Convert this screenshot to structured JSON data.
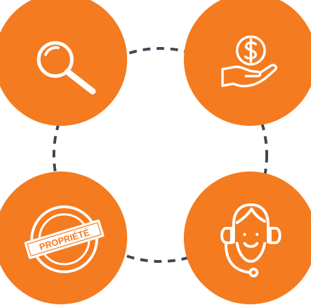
{
  "colors": {
    "accent": "#F47B20",
    "dashes": "#3F4652",
    "icon": "#ffffff"
  },
  "nodes": [
    {
      "id": "search",
      "icon": "magnifier-icon"
    },
    {
      "id": "funding",
      "icon": "hand-dollar-coin-icon"
    },
    {
      "id": "property",
      "icon": "property-stamp-icon",
      "stamp_text": "PROPRIÉTÉ"
    },
    {
      "id": "support",
      "icon": "support-headset-icon"
    }
  ]
}
